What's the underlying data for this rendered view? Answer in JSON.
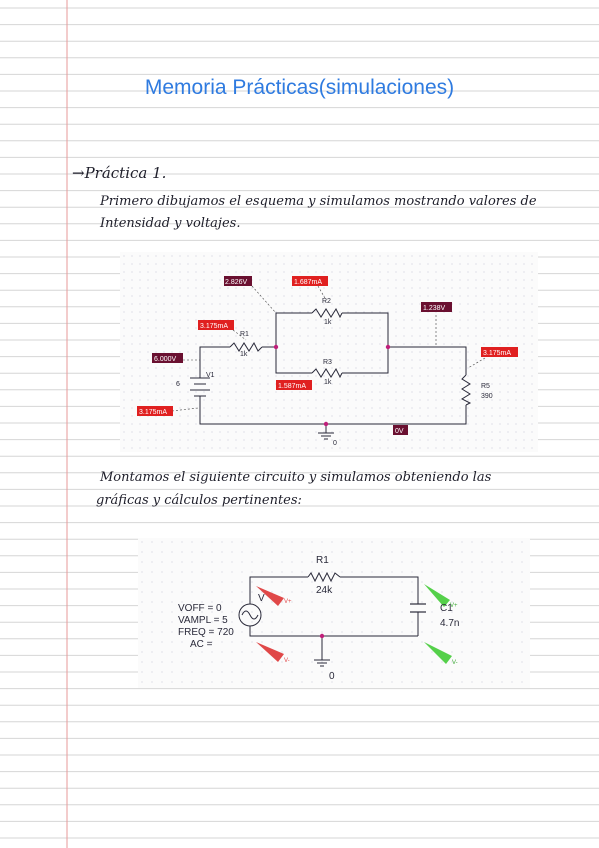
{
  "page": {
    "title": "Memoria Prácticas(simulaciones)",
    "colors": {
      "title": "#2f7be0",
      "line": "#d6d6d6",
      "margin": "#e79a9a",
      "ink": "#1e1e2a",
      "current": "#e02020",
      "voltage": "#6a1030",
      "probe_red": "#e04848",
      "probe_green": "#55d04a",
      "node": "#c0207a"
    }
  },
  "practice1": {
    "heading": "→Práctica 1.",
    "intro_line1": "Primero dibujamos el esquema y simulamos mostrando valores de",
    "intro_line2": "Intensidad y voltajes.",
    "circuit1": {
      "labels": {
        "r1": "R1",
        "r1_val": "1k",
        "r2": "R2",
        "r2_val": "1k",
        "r3": "R3",
        "r3_val": "1k",
        "r5": "R5",
        "r5_val": "390",
        "v1": "V1",
        "v1_val": "6",
        "ground": "0"
      },
      "probes": {
        "v_node_top": "2.826V",
        "i_r2": "1.687mA",
        "i_r1": "3.175mA",
        "v_supply": "6.000V",
        "i_r3": "1.587mA",
        "i_source": "3.175mA",
        "v_right": "1.238V",
        "i_r5": "3.175mA",
        "v_ground": "0V"
      }
    },
    "text2_line1": "Montamos el siguiente circuito y simulamos obteniendo las",
    "text2_line2": "gráficas y cálculos pertinentes:",
    "circuit2": {
      "labels": {
        "r1": "R1",
        "r1_val": "24k",
        "c1": "C1",
        "c1_val": "4.7n",
        "v_source": "V",
        "ground": "0",
        "voff": "VOFF = 0",
        "vampl": "VAMPL = 5",
        "freq": "FREQ = 720",
        "ac": "AC =",
        "probe_v_plus1": "V+",
        "probe_v_minus1": "V-",
        "probe_v_plus2": "V+",
        "probe_v_minus2": "V-"
      }
    }
  }
}
